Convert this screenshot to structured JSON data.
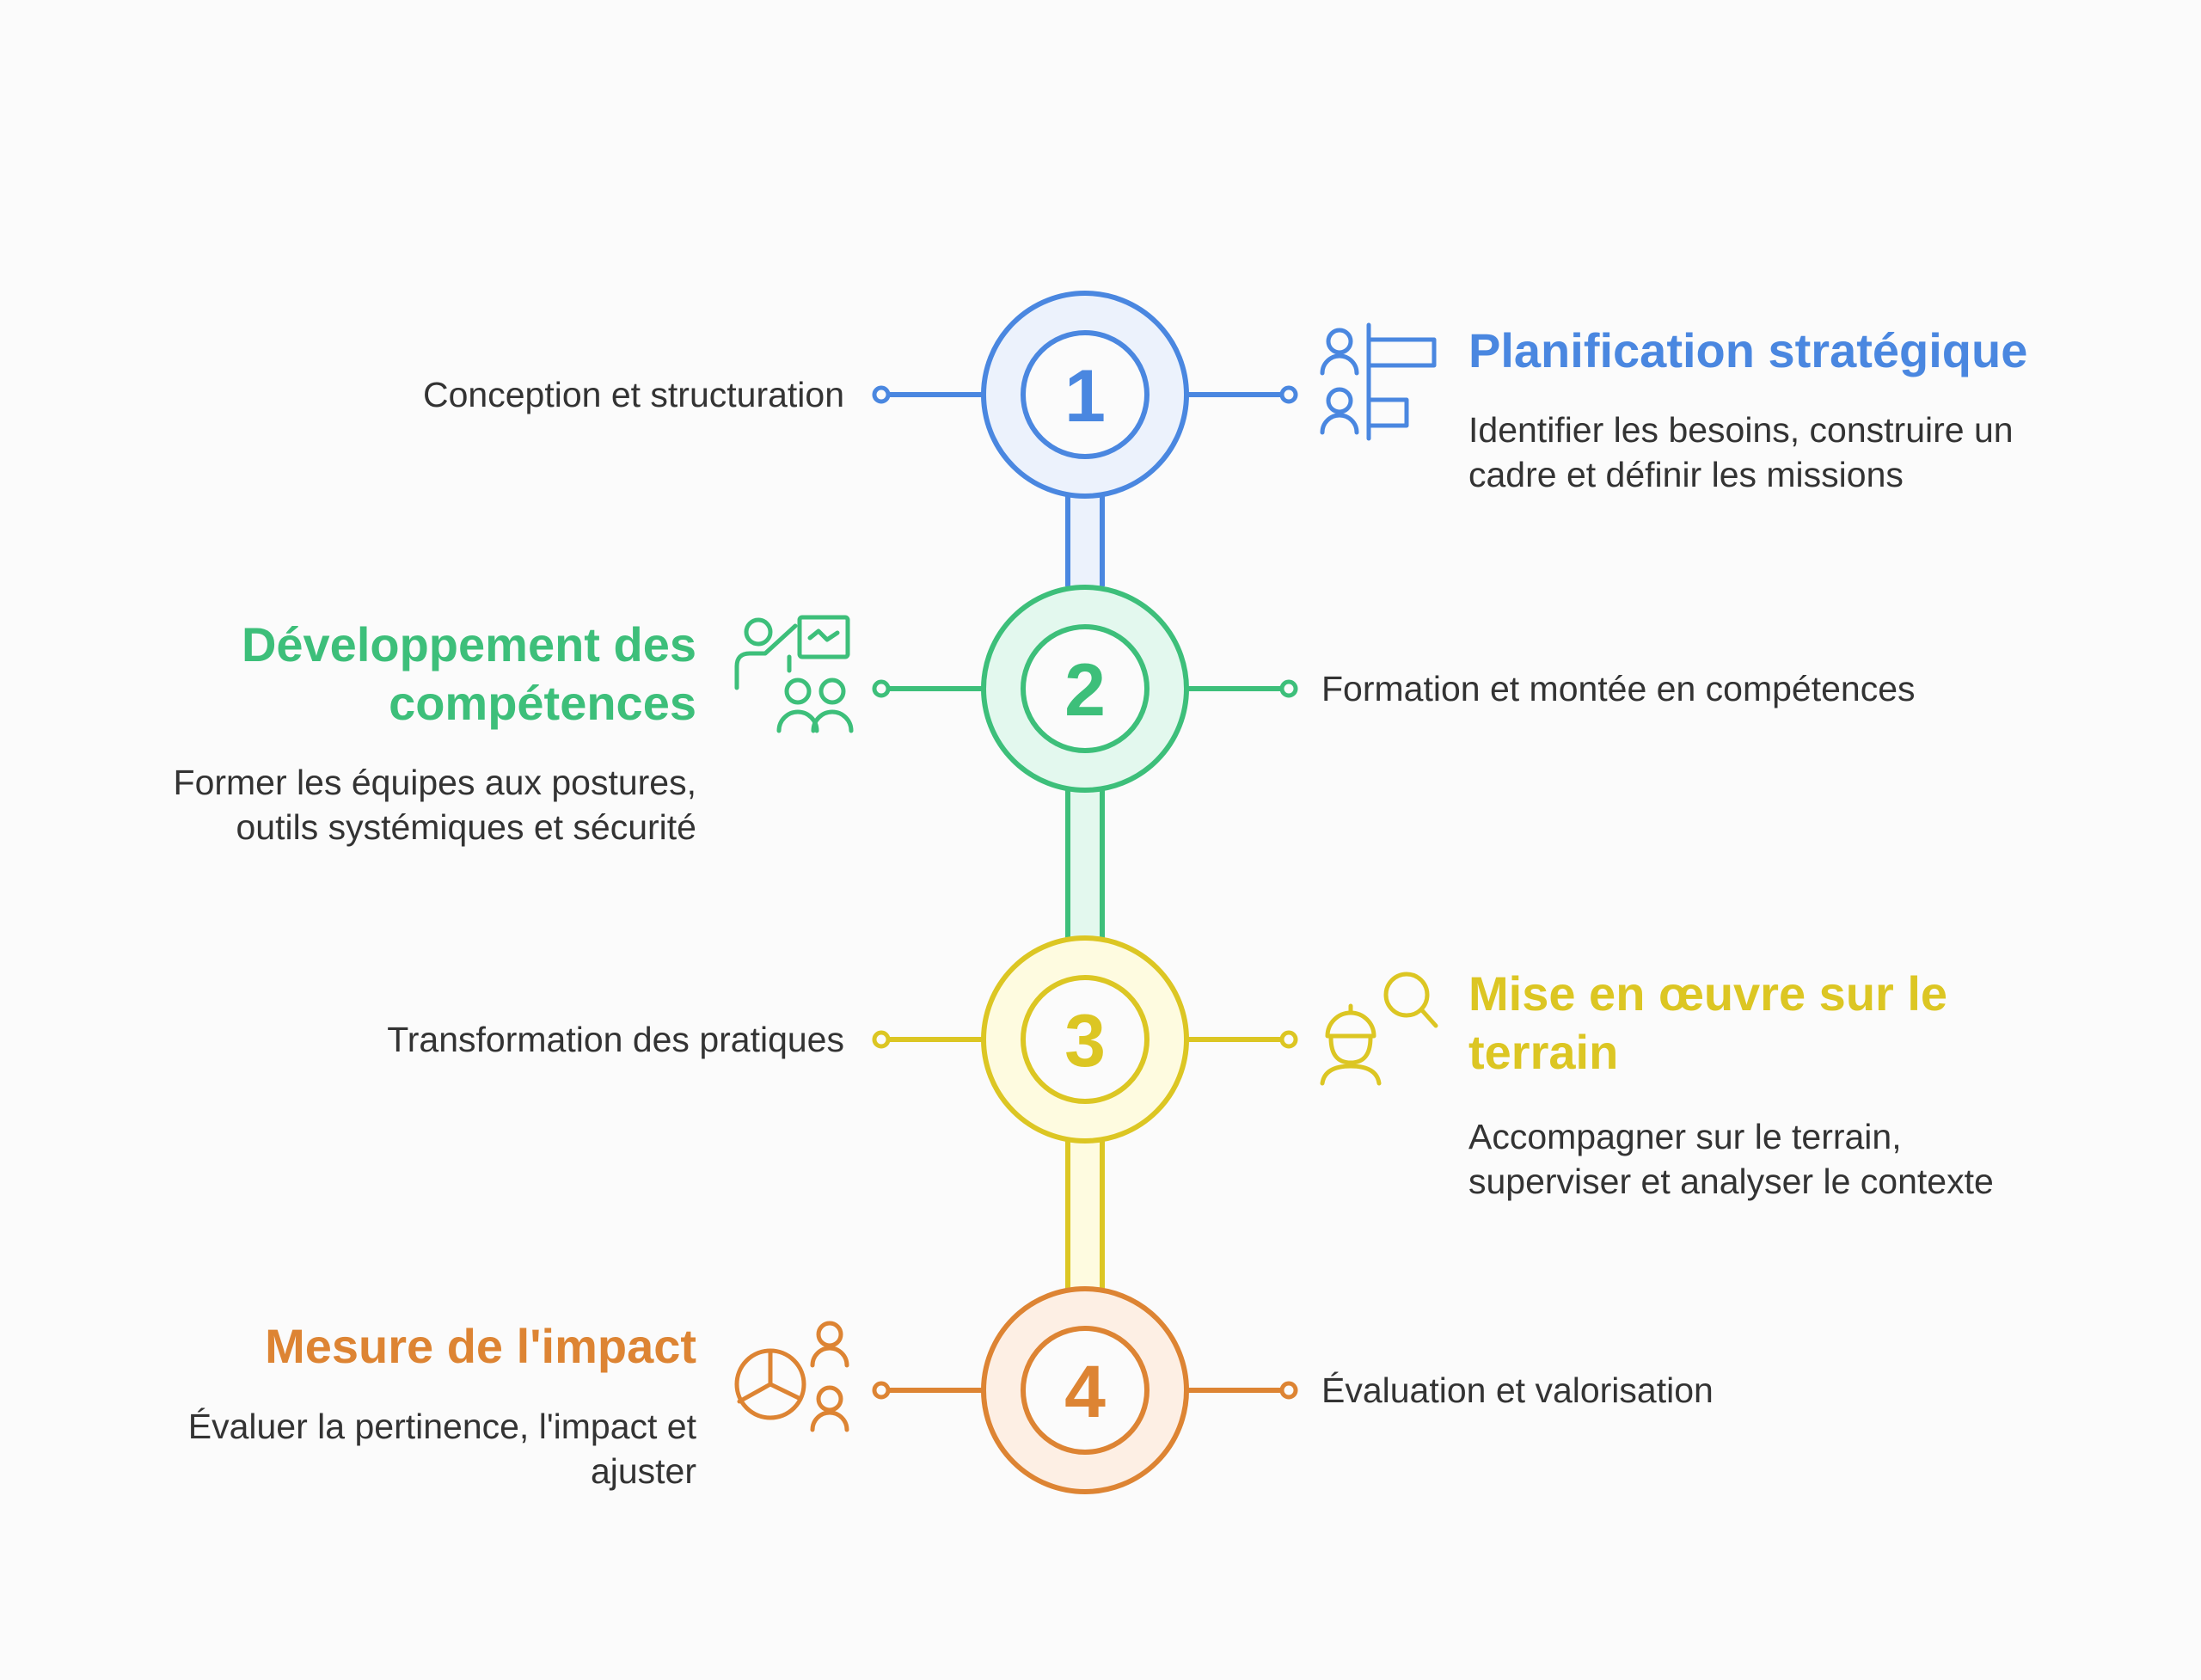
{
  "steps": [
    {
      "number": "1",
      "label": "Conception et structuration",
      "title": "Planification stratégique",
      "description": "Identifier les besoins, construire un cadre et définir les missions",
      "icon": "team-hierarchy-icon",
      "color": "#4a87e0",
      "fill": "#ecf2fc"
    },
    {
      "number": "2",
      "label": "Formation et montée en compétences",
      "title": "Développement des compétences",
      "description": "Former les équipes aux postures, outils systémiques et sécurité",
      "icon": "trainer-presentation-icon",
      "color": "#3dbf7a",
      "fill": "#e3f8ee"
    },
    {
      "number": "3",
      "label": "Transformation des pratiques",
      "title": "Mise en œuvre sur le terrain",
      "description": "Accompagner sur le terrain, superviser et analyser le contexte",
      "icon": "worker-search-icon",
      "color": "#dcc623",
      "fill": "#fefbe0"
    },
    {
      "number": "4",
      "label": "Évaluation et valorisation",
      "title": "Mesure de l'impact",
      "description": "Évaluer la pertinence, l'impact et ajuster",
      "icon": "impact-analysis-icon",
      "color": "#dd8433",
      "fill": "#fdefe4"
    }
  ]
}
